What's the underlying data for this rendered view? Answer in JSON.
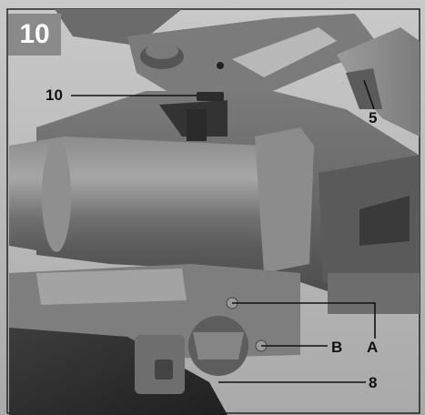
{
  "figure": {
    "number": "10",
    "callouts": {
      "lock_switch": "10",
      "handle": "5",
      "position_a": "A",
      "position_b": "B",
      "knob": "8"
    }
  }
}
